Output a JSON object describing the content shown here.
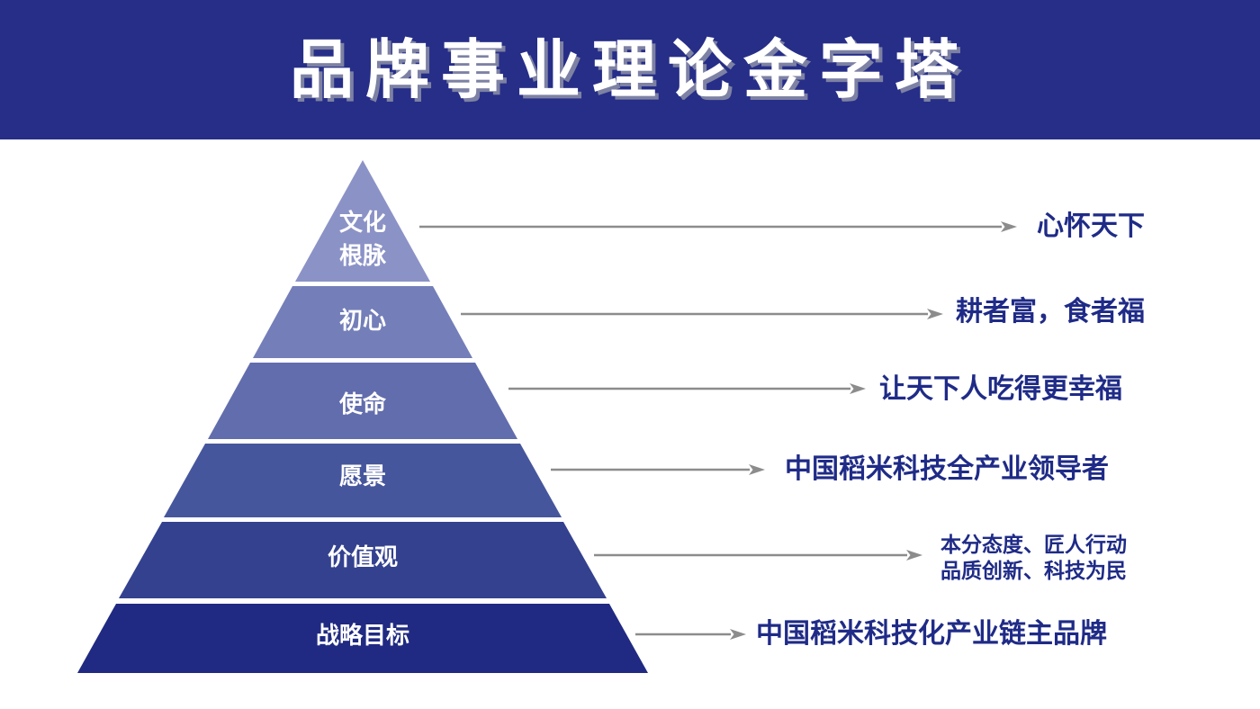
{
  "title": "品牌事业理论金字塔",
  "colors": {
    "banner_bg": "#262e88",
    "title_text": "#ffffff",
    "level_label_text": "#ffffff",
    "annotation_text": "#1f2b87",
    "arrow": "#8c8c8c",
    "background": "#ffffff"
  },
  "pyramid": {
    "levels": [
      {
        "label_lines": [
          "文化",
          "根脉"
        ],
        "color": "#8b92c6",
        "annotation_lines": [
          "心怀天下"
        ]
      },
      {
        "label_lines": [
          "初心"
        ],
        "color": "#747eb8",
        "annotation_lines": [
          "耕者富，食者福"
        ]
      },
      {
        "label_lines": [
          "使命"
        ],
        "color": "#626dad",
        "annotation_lines": [
          "让天下人吃得更幸福"
        ]
      },
      {
        "label_lines": [
          "愿景"
        ],
        "color": "#46569d",
        "annotation_lines": [
          "中国稻米科技全产业领导者"
        ]
      },
      {
        "label_lines": [
          "价值观"
        ],
        "color": "#33418f",
        "annotation_lines": [
          "本分态度、匠人行动",
          "品质创新、科技为民"
        ]
      },
      {
        "label_lines": [
          "战略目标"
        ],
        "color": "#202a82",
        "annotation_lines": [
          "中国稻米科技化产业链主品牌"
        ]
      }
    ]
  }
}
